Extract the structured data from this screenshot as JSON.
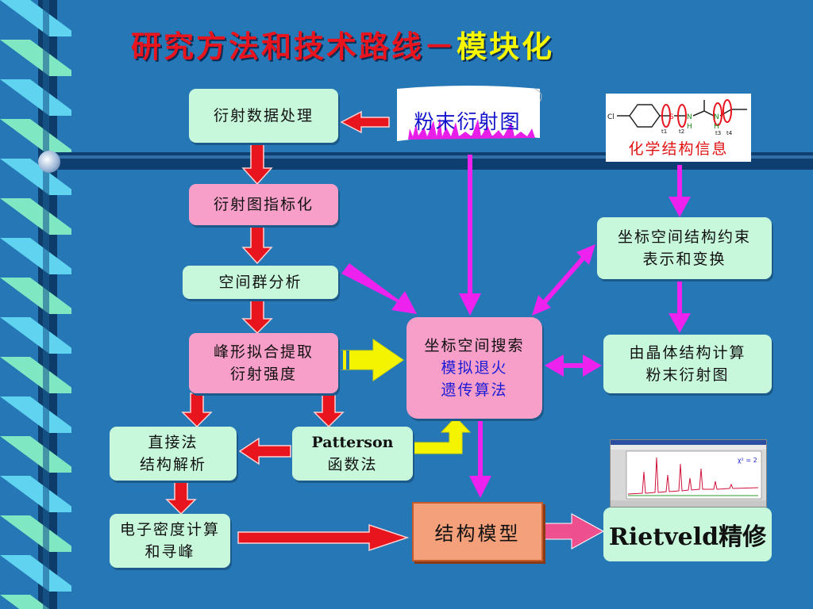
{
  "title": {
    "red": "研究方法和技术路线－",
    "yellow": "模块化"
  },
  "nodes": {
    "diffraction_processing": "衍射数据处理",
    "powder_pattern": "粉末衍射图",
    "chem_info": "化学结构信息",
    "indexing": "衍射图指标化",
    "space_group": "空间群分析",
    "coord_constraint": [
      "坐标空间结构约束",
      "表示和变换"
    ],
    "peak_fitting": [
      "峰形拟合提取",
      "衍射强度"
    ],
    "search": {
      "line1": "坐标空间搜索",
      "line2": "模拟退火",
      "line3": "遗传算法"
    },
    "calc_pattern": [
      "由晶体结构计算",
      "粉末衍射图"
    ],
    "direct_method": [
      "直接法",
      "结构解析"
    ],
    "patterson": [
      "Patterson",
      "函数法"
    ],
    "density_calc": [
      "电子密度计算",
      "和寻峰"
    ],
    "structure_model": "结构模型",
    "rietveld": "Rietveld精修"
  },
  "molecule_labels": {
    "cl": "Cl",
    "s": "S",
    "n1": "N",
    "h1": "H",
    "n2": "N",
    "h2": "H",
    "t1": "t1",
    "t2": "t2",
    "t3": "t3",
    "t4": "t4"
  },
  "rietveld_plot_label": "χ² = 2",
  "colors": {
    "background": "#2577b6",
    "green_box": "#c8f8dc",
    "pink_box": "#f79fc8",
    "red_arrow": "#e8141e",
    "magenta_arrow": "#ee22ee",
    "yellow_arrow": "#f4f400"
  }
}
